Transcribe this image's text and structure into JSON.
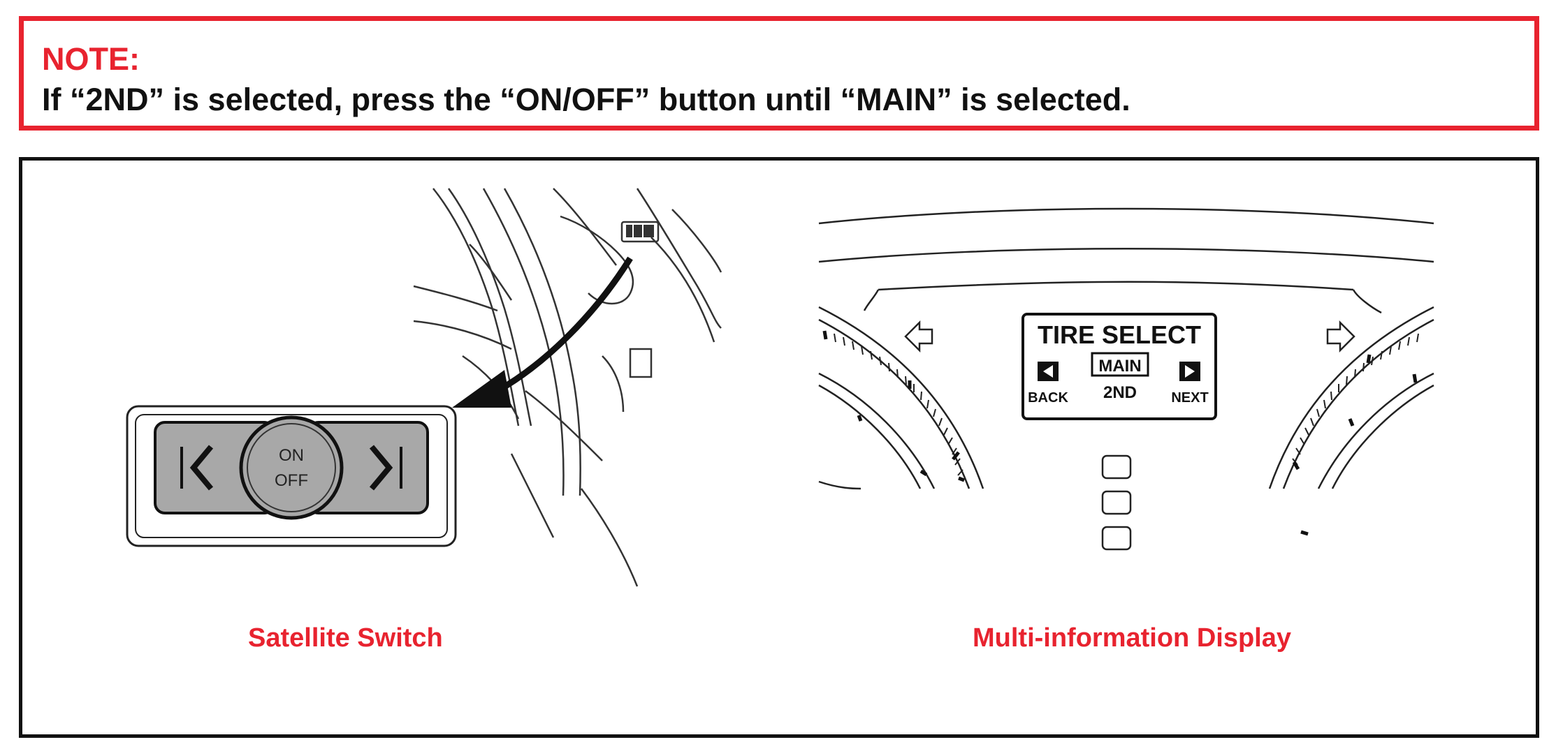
{
  "note": {
    "label": "NOTE:",
    "text": "If “2ND” is selected, press the “ON/OFF” button until “MAIN” is selected."
  },
  "satellite_switch": {
    "caption": "Satellite Switch",
    "button_on": "ON",
    "button_off": "OFF",
    "left_symbol": "|<",
    "right_symbol": ">|"
  },
  "display": {
    "caption": "Multi-information Display",
    "title": "TIRE SELECT",
    "selected": "MAIN",
    "other": "2ND",
    "back_label": "BACK",
    "next_label": "NEXT"
  },
  "colors": {
    "note_border": "#e8232f",
    "caption": "#e8232f",
    "button_fill": "#a8a8a8"
  }
}
